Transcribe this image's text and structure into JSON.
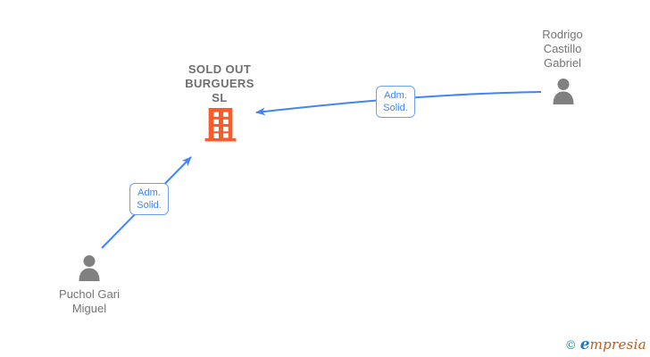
{
  "company": {
    "name": "SOLD OUT BURGUERS SL",
    "name_lines": [
      "SOLD OUT",
      "BURGUERS",
      "SL"
    ]
  },
  "people": [
    {
      "name": "Rodrigo Castillo Gabriel",
      "name_lines": [
        "Rodrigo",
        "Castillo",
        "Gabriel"
      ]
    },
    {
      "name": "Puchol Gari Miguel",
      "name_lines": [
        "Puchol Gari",
        "Miguel"
      ]
    }
  ],
  "edges": [
    {
      "from": "Rodrigo Castillo Gabriel",
      "to": "SOLD OUT BURGUERS SL",
      "label": "Adm. Solid.",
      "label_lines": [
        "Adm.",
        "Solid."
      ]
    },
    {
      "from": "Puchol Gari Miguel",
      "to": "SOLD OUT BURGUERS SL",
      "label": "Adm. Solid.",
      "label_lines": [
        "Adm.",
        "Solid."
      ]
    }
  ],
  "logo": {
    "copyright": "©",
    "first_letter": "e",
    "rest": "mpresia"
  },
  "colors": {
    "edge_blue": "#4285f4",
    "edge_label_border": "#6fa0f0",
    "node_text_gray": "#757575",
    "person_icon_gray": "#808080",
    "building_orange": "#fb5b29",
    "logo_teal": "#17869b",
    "logo_blue": "#1e78c8",
    "logo_rust": "#be5b17"
  }
}
